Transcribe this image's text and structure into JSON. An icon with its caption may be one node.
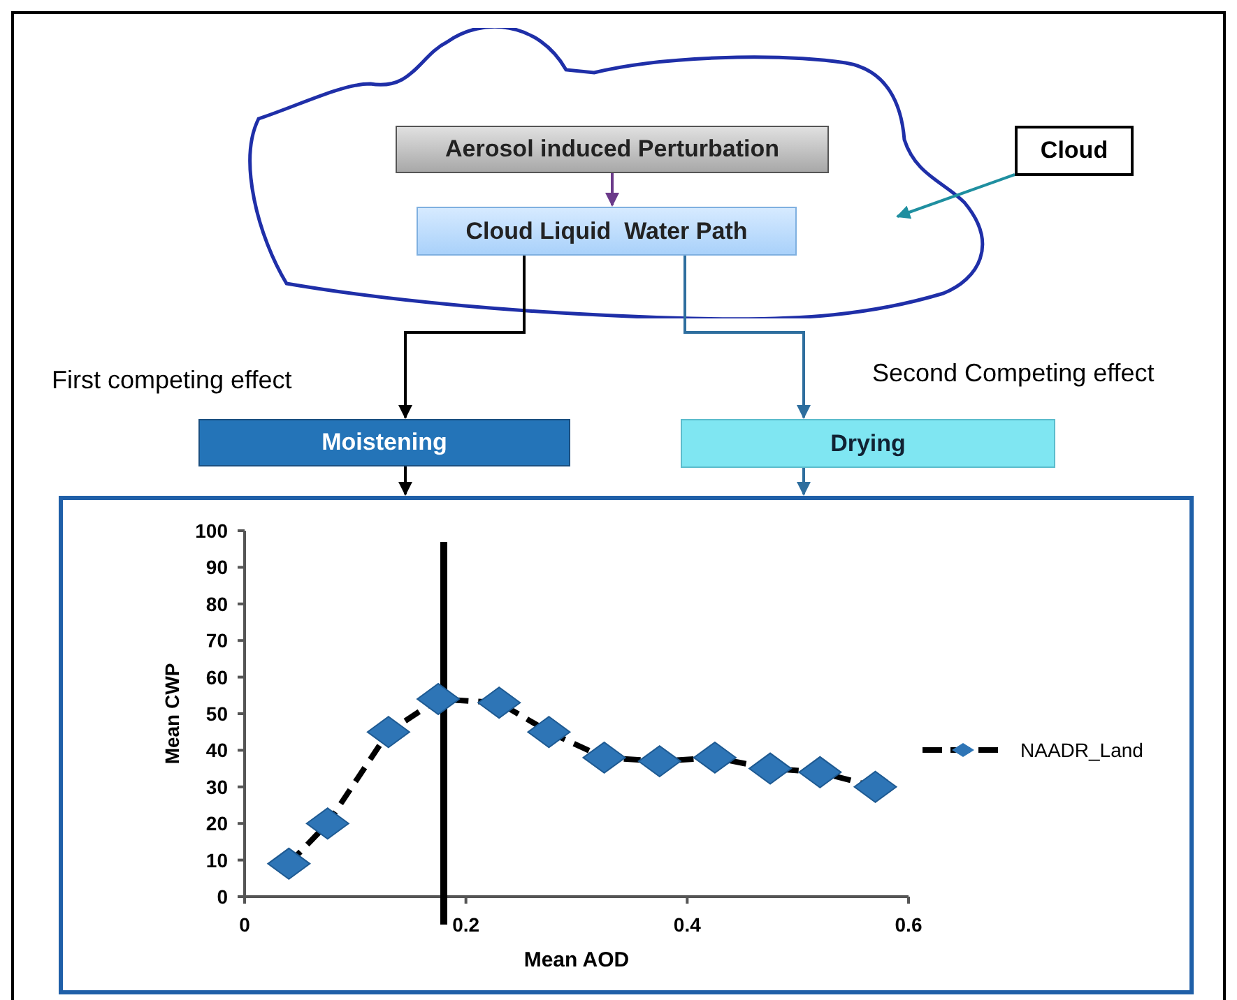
{
  "diagram": {
    "nodes": [
      {
        "text": [],
        "shape": "cloud"
      },
      {
        "text": [
          "Aerosol induced Perturbation"
        ],
        "in": 0
      },
      {
        "text": [
          "Cloud Liquid  Water Path"
        ],
        "in": 0
      },
      {
        "text": [
          "Cloud"
        ]
      },
      {
        "text": [
          "Moistening"
        ],
        "beside": [
          "First competing effect"
        ]
      },
      {
        "text": [
          "Drying"
        ],
        "beside": [
          "Second Competing effect"
        ]
      },
      {
        "text": [],
        "shape": "box"
      }
    ],
    "edges": [
      {
        "from": 1,
        "to": 2,
        "arrow": "to",
        "color": "#6b3a8a"
      },
      {
        "from": 2,
        "to": 4,
        "arrow": "to"
      },
      {
        "from": 2,
        "to": 5,
        "arrow": "to",
        "color": "#2e6e9e"
      },
      {
        "from": 3,
        "to": 0,
        "arrow": "to",
        "color": "#1f8fa0"
      },
      {
        "from": 4,
        "to": 6,
        "arrow": "to"
      },
      {
        "from": 5,
        "to": 6,
        "arrow": "to",
        "color": "#2e6e9e"
      }
    ],
    "chart_data": {
      "type": "line",
      "xlabel": "Mean AOD",
      "ylabel": "Mean CWP",
      "x": [
        0.04,
        0.075,
        0.13,
        0.175,
        0.23,
        0.275,
        0.325,
        0.375,
        0.425,
        0.475,
        0.52,
        0.57
      ],
      "series": [
        {
          "name": "NAADR_Land",
          "color": "#2e75b6",
          "line_style": "dashed",
          "marker": "diamond",
          "values": [
            9,
            20,
            45,
            54,
            53,
            45,
            38,
            37,
            38,
            35,
            34,
            30
          ]
        }
      ],
      "xlim": [
        0,
        0.6
      ],
      "ylim": [
        0,
        100
      ],
      "xticks": [
        0,
        0.2,
        0.4,
        0.6
      ],
      "yticks": [
        0,
        10,
        20,
        30,
        40,
        50,
        60,
        70,
        80,
        90,
        100
      ],
      "ref_lines": [
        {
          "axis": "x",
          "value": 0.18
        }
      ]
    }
  }
}
